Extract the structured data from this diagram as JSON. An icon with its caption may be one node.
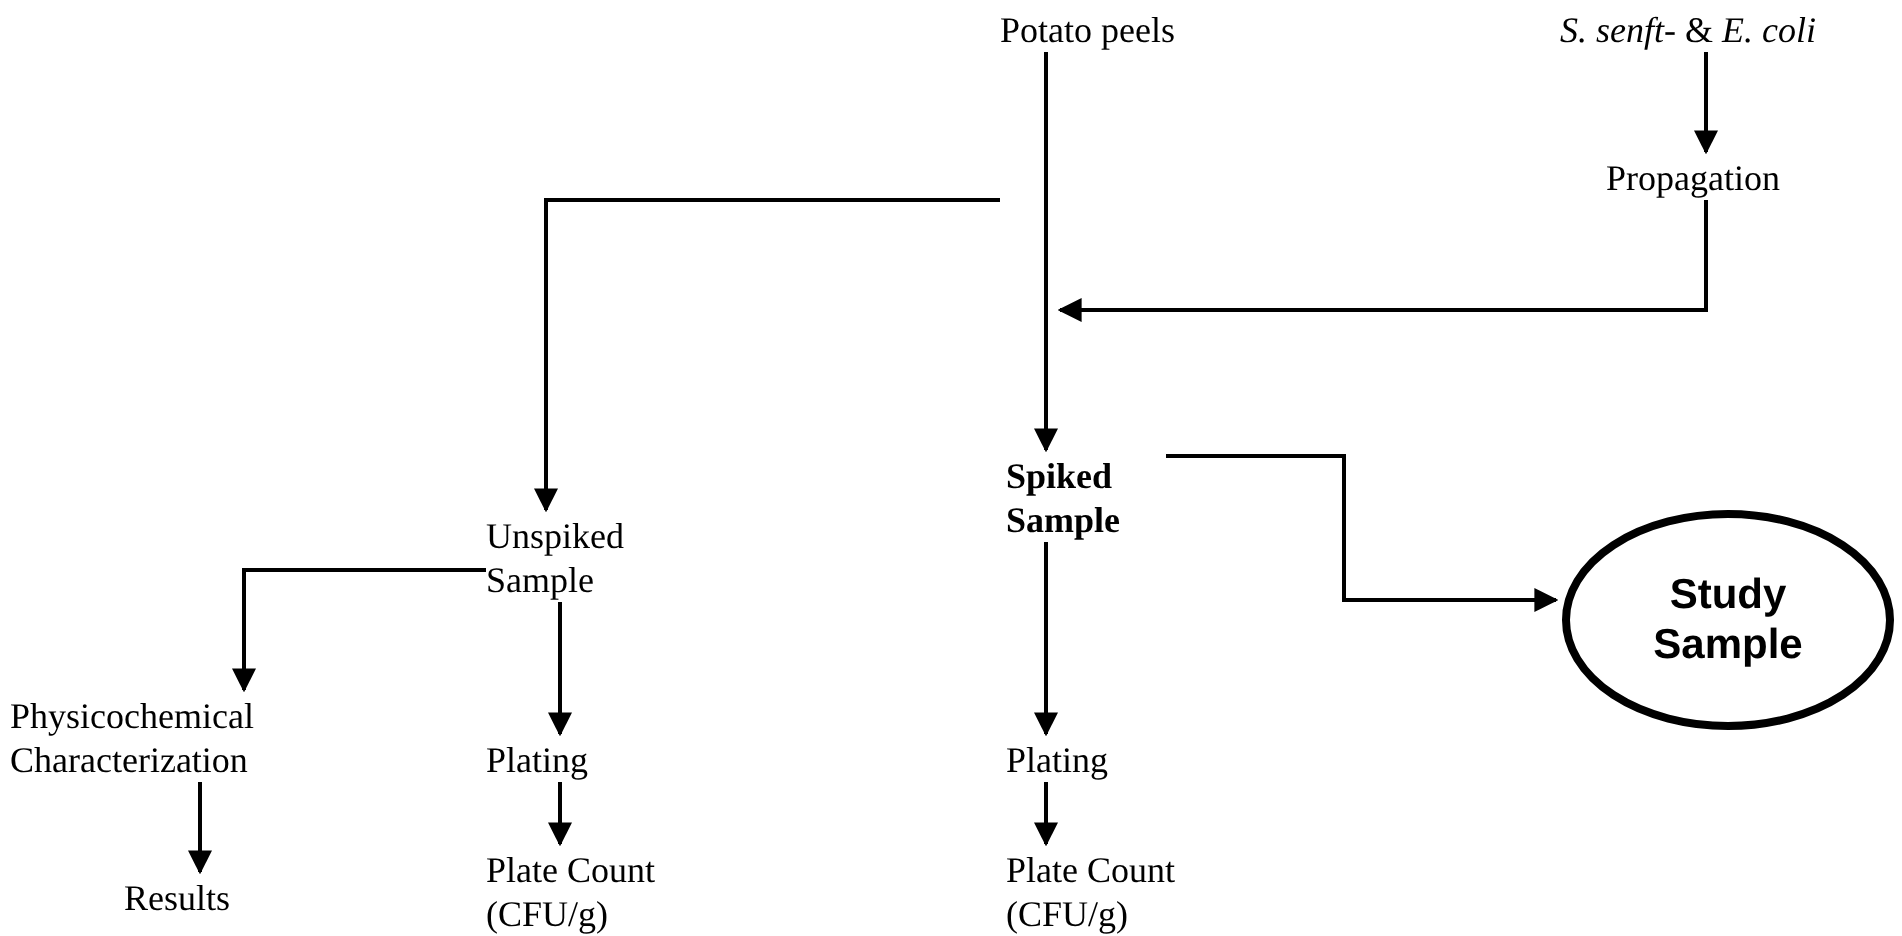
{
  "diagram": {
    "nodes": [
      {
        "text": [
          "Potato peels"
        ]
      },
      {
        "text": [
          "*S. senft-* & *E. coli*"
        ]
      },
      {
        "text": [
          "Propagation"
        ]
      },
      {
        "text": [
          "Unspiked Sample"
        ]
      },
      {
        "text": [
          "Spiked Sample"
        ]
      },
      {
        "text": [
          "Study Sample"
        ]
      },
      {
        "text": [
          "Physicochemical Characterization"
        ]
      },
      {
        "text": [
          "Plating"
        ]
      },
      {
        "text": [
          "Results"
        ]
      },
      {
        "text": [
          "Plate Count (CFU/g)"
        ]
      },
      {
        "text": [
          "Plating"
        ]
      },
      {
        "text": [
          "Plate Count (CFU/g)"
        ]
      }
    ],
    "edges": [
      {
        "from": 0,
        "to": 4,
        "arrow": "to"
      },
      {
        "from": 0,
        "to": 3,
        "arrow": "to"
      },
      {
        "from": 1,
        "to": 2,
        "arrow": "to"
      },
      {
        "from": 2,
        "to": 4,
        "arrow": "to"
      },
      {
        "from": 4,
        "to": 5,
        "arrow": "to"
      },
      {
        "from": 3,
        "to": 6,
        "arrow": "to"
      },
      {
        "from": 3,
        "to": 7,
        "arrow": "to"
      },
      {
        "from": 6,
        "to": 8,
        "arrow": "to"
      },
      {
        "from": 7,
        "to": 9,
        "arrow": "to"
      },
      {
        "from": 4,
        "to": 10,
        "arrow": "to"
      },
      {
        "from": 10,
        "to": 11,
        "arrow": "to"
      }
    ]
  }
}
